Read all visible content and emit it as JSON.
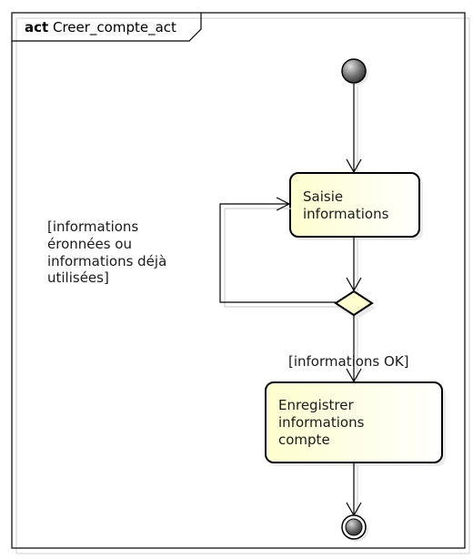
{
  "frame": {
    "keyword": "act",
    "name": "Creer_compte_act"
  },
  "actions": {
    "saisie": {
      "line1": "Saisie",
      "line2": "informations"
    },
    "enregistrer": {
      "line1": "Enregistrer",
      "line2": "informations",
      "line3": "compte"
    }
  },
  "guards": {
    "error": {
      "line1": "[informations",
      "line2": "éronnées ou",
      "line3": "informations déjà",
      "line4": "utilisées]"
    },
    "ok": "[informations OK]"
  },
  "colors": {
    "action_fill_start": "#fefece",
    "action_fill_end": "#ffffff",
    "stroke": "#000000",
    "shadow": "#c8c8c8"
  }
}
